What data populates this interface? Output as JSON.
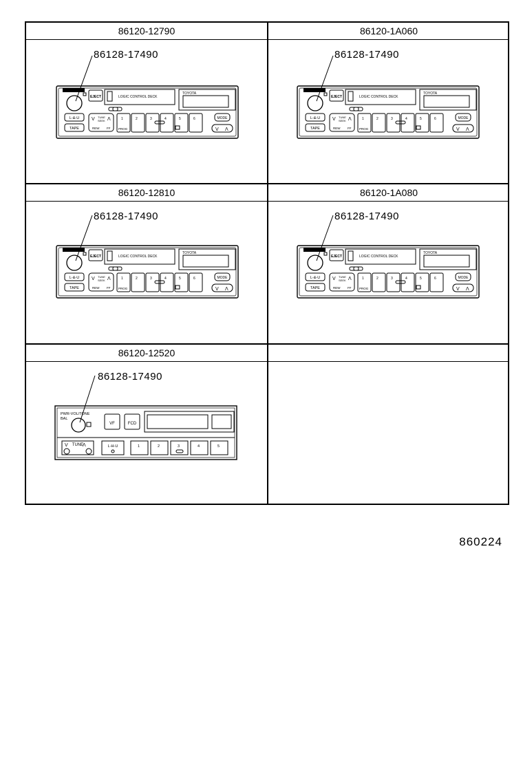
{
  "cells": [
    {
      "header": "86120-12790",
      "part": "86128-17490",
      "type": "cassette"
    },
    {
      "header": "86120-1A060",
      "part": "86128-17490",
      "type": "cassette"
    },
    {
      "header": "86120-12810",
      "part": "86128-17490",
      "type": "cassette"
    },
    {
      "header": "86120-1A080",
      "part": "86128-17490",
      "type": "cassette"
    },
    {
      "header": "86120-12520",
      "part": "86128-17490",
      "type": "tuner"
    },
    {
      "header": "",
      "part": "",
      "type": "empty"
    }
  ],
  "radio_labels": {
    "eject": "EJECT",
    "logic": "LOGIC CONTROL DECK",
    "brand": "TOYOTA",
    "lu": "L-&-U",
    "tape": "TAPE",
    "tune": "TUNE",
    "seek": "SEEK",
    "rew": "REW",
    "ff": "FF",
    "prog": "PROG",
    "mode": "MODE",
    "presets": [
      "1",
      "2",
      "3",
      "4",
      "5",
      "6"
    ],
    "tuner_presets": [
      "1",
      "2",
      "3",
      "4",
      "5"
    ],
    "pwr": "PWR-VOL/TONE",
    "bal": "BAL",
    "vf": "VF",
    "fcd": "FCD",
    "lhu": "L-H-U"
  },
  "doc_number": "860224"
}
